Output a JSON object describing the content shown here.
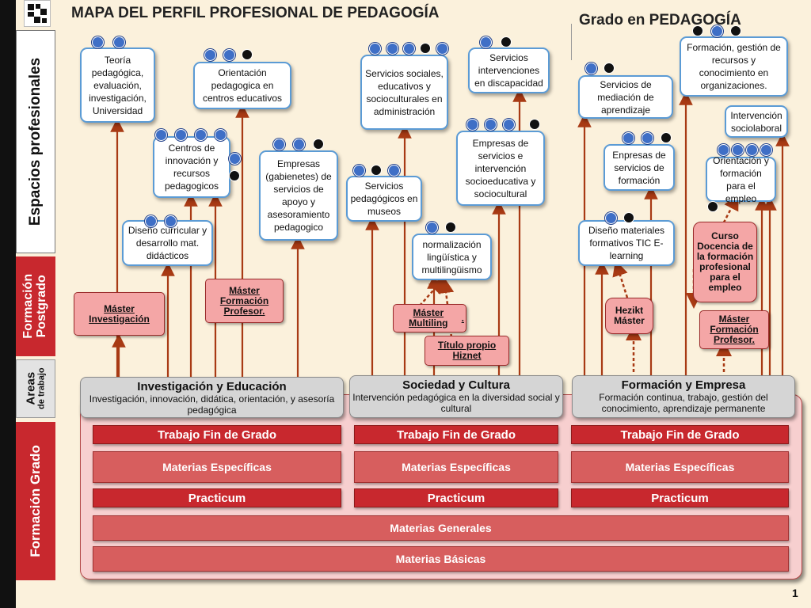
{
  "title": "MAPA DEL PERFIL PROFESIONAL DE PEDAGOGÍA",
  "subtitle": "Grado en PEDAGOGÍA",
  "page_number": "1",
  "side_labels": {
    "espacios": "Espacios profesionales",
    "postgrado": "Formación Postgrado",
    "areas_main": "Areas",
    "areas_sub": "de trabajo",
    "grado": "Formación Grado"
  },
  "areas": [
    {
      "name": "Investigación y Educación",
      "desc": "Investigación, innovación, didática, orientación, y asesoría pedagógica"
    },
    {
      "name": "Sociedad y Cultura",
      "desc": "Intervención pedagógica en la diversidad social y cultural"
    },
    {
      "name": "Formación y Empresa",
      "desc": "Formación continua, trabajo, gestión del conocimiento, aprendizaje permanente"
    }
  ],
  "grado": {
    "tfg": "Trabajo Fin de Grado",
    "especificas": "Materias Específicas",
    "practicum": "Practicum",
    "generales": "Materias Generales",
    "basicas": "Materias Básicas"
  },
  "espacios": {
    "teoria": "Teoría pedagógica, evaluación, investigación, Universidad",
    "orientacion_centros": "Orientación pedagogica en centros educativos",
    "centros_innovacion": "Centros de innovación y recursos pedagogicos",
    "diseno_curricular": "Diseño curricular y desarrollo mat. didácticos",
    "empresas_apoyo": "Empresas (gabienetes) de servicios de apoyo y asesoramiento pedagogico",
    "servicios_sociales": "Servicios sociales, educativos y socioculturales en administración",
    "servicios_museos": "Servicios pedagógicos en museos",
    "servicios_discapacidad": "Servicios intervenciones en discapacidad",
    "empresas_socioeducativa": "Empresas de servicios e intervención socioeducativa y sociocultural",
    "normalizacion": "normalización lingüística y multilingüismo",
    "mediacion": "Servicios de mediación de aprendizaje",
    "gestion_organizaciones": "Formación, gestión de recursos y conocimiento en organizaciones.",
    "sociolaboral": "Intervención sociolaboral",
    "empresas_formacion": "Enpresas de servicios de formación",
    "orientacion_empleo": "Orientación y formación para el empleo",
    "diseno_tic": "Diseño materiales formativos TIC E-learning"
  },
  "postgrado": {
    "master_investigacion": "Máster Investigación",
    "master_profesor_1": "Máster Formación Profesor.",
    "master_multiling_pre": "Máster Multiling",
    "master_multiling_dot": ".",
    "titulo_hiznet": "Título propio Hiznet",
    "hezikt": "Hezikt Máster",
    "curso_docencia": "Curso Docencia de la formación profesional para el empleo",
    "master_profesor_2": "Máster Formación Profesor."
  },
  "colors": {
    "background": "#fbf1dc",
    "dark_red": "#c8282e",
    "mid_red": "#d75e5e",
    "pink_panel": "#f7cfcf",
    "box_border": "#5b9bd5",
    "arrow": "#a83a14"
  },
  "icons": [
    "globe-icon",
    "camera-icon",
    "university-logo"
  ]
}
